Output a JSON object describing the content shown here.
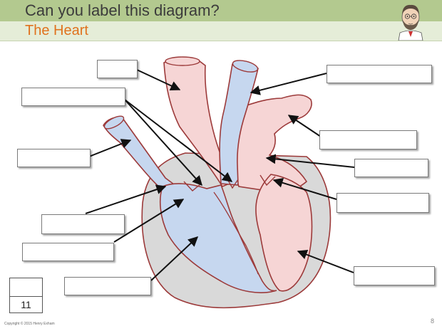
{
  "header": {
    "title": "Can you label this diagram?",
    "subtitle": "The Heart"
  },
  "counter": {
    "value": "11"
  },
  "footer": {
    "copyright": "Copyright © 2015 Henry Exham",
    "page_number": "8"
  },
  "colors": {
    "header_dark": "#b3c98f",
    "header_light": "#e5edd8",
    "subtitle": "#e0721e",
    "deoxygenated_blue": "#c6d7ef",
    "oxygenated_pink": "#f6d5d5",
    "outline": "#9c3a3a",
    "muscle_gray": "#d9d9d9"
  }
}
